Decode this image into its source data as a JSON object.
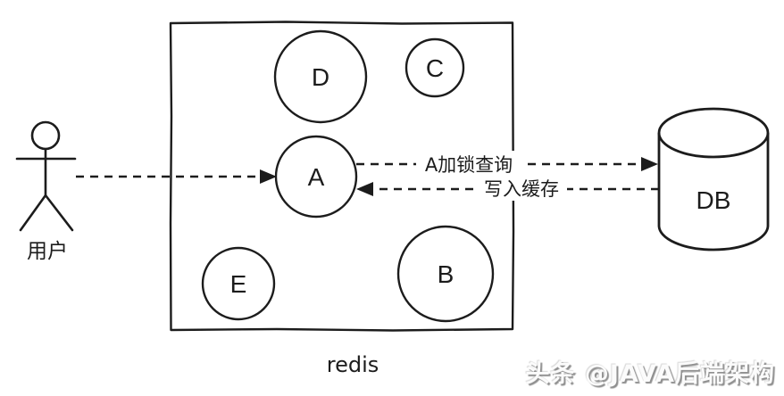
{
  "diagram": {
    "actor_label": "用户",
    "redis_label": "redis",
    "db_label": "DB",
    "nodes": {
      "a": "A",
      "b": "B",
      "c": "C",
      "d": "D",
      "e": "E"
    },
    "arrow_labels": {
      "lock_query": "A加锁查询",
      "write_cache": "写入缓存"
    },
    "watermark": "头条 @JAVA后端架构",
    "colors": {
      "line": "#1c1c1c",
      "background": "#ffffff",
      "watermark_shadow": "#8f8f8f"
    }
  }
}
